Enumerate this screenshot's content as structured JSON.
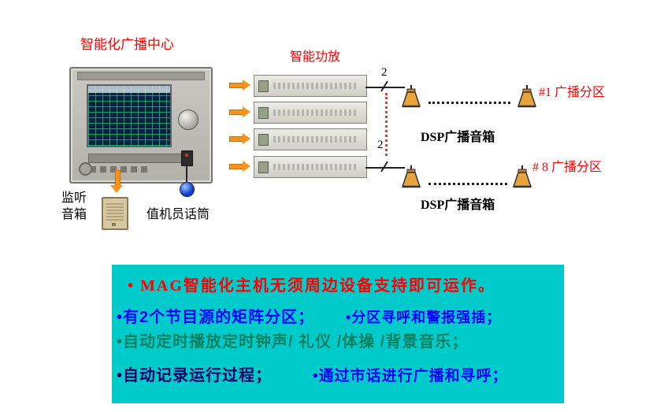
{
  "diagram": {
    "center_label": "智能化广播中心",
    "amp_label": "智能功放",
    "wire_count_top": "2",
    "wire_count_bottom": "2",
    "zone1_label": "#1 广播分区",
    "zone8_label": "# 8 广播分区",
    "dsp_top_label": "DSP广播音箱",
    "dsp_bottom_label": "DSP广播音箱",
    "monitor_label": "监听音箱",
    "mic_label": "值机员话筒",
    "label_color": "#FF0000",
    "arrow_color": "#F7941D",
    "dotted_line_color": "#FF3333",
    "wire_color": "#222222"
  },
  "info_box": {
    "bg_color": "#00CBCB",
    "line1": {
      "text": "• MAG智能化主机无须周边设备支持即可运作。",
      "color": "#FF0000"
    },
    "line2a": {
      "text": "•有2个节目源的矩阵分区；",
      "color": "#0000FF"
    },
    "line2b": {
      "text": "•分区寻呼和警报强插；",
      "color": "#0000FF"
    },
    "line3": {
      "text": "•自动定时播放定时钟声/ 礼仪 /体操 /背景音乐；",
      "color": "#008060"
    },
    "line4a": {
      "text": "•自动记录运行过程；",
      "color": "#000066"
    },
    "line4b": {
      "text": "•通过市话进行广播和寻呼；",
      "color": "#0000FF"
    }
  }
}
